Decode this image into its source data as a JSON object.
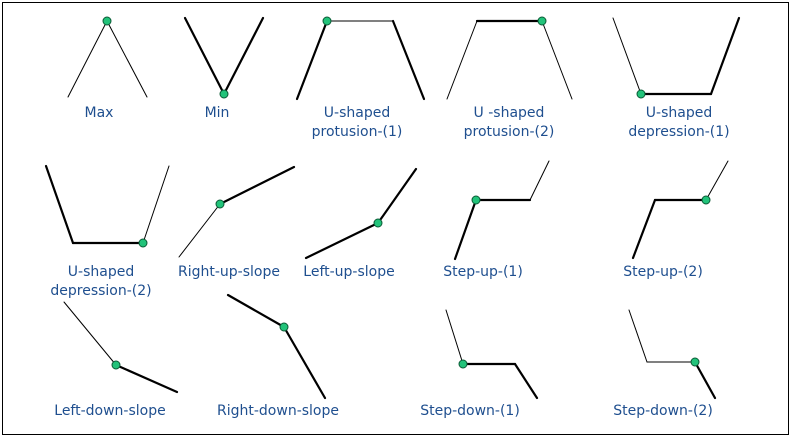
{
  "colors": {
    "label": "#1f4f8f",
    "line": "#000000",
    "marker_fill": "#22c37a",
    "marker_stroke": "#0a5a35",
    "border": "#000000"
  },
  "shapes": [
    {
      "id": "max",
      "label": [
        "Max"
      ]
    },
    {
      "id": "min",
      "label": [
        "Min"
      ]
    },
    {
      "id": "u-protrusion-1",
      "label": [
        "U-shaped",
        "protusion-(1)"
      ]
    },
    {
      "id": "u-protrusion-2",
      "label": [
        "U -shaped",
        "protusion-(2)"
      ]
    },
    {
      "id": "u-depression-1",
      "label": [
        "U-shaped",
        "depression-(1)"
      ]
    },
    {
      "id": "u-depression-2",
      "label": [
        "U-shaped",
        "depression-(2)"
      ]
    },
    {
      "id": "right-up-slope",
      "label": [
        "Right-up-slope"
      ]
    },
    {
      "id": "left-up-slope",
      "label": [
        "Left-up-slope"
      ]
    },
    {
      "id": "step-up-1",
      "label": [
        "Step-up-(1)"
      ]
    },
    {
      "id": "step-up-2",
      "label": [
        "Step-up-(2)"
      ]
    },
    {
      "id": "left-down-slope",
      "label": [
        "Left-down-slope"
      ]
    },
    {
      "id": "right-down-slope",
      "label": [
        "Right-down-slope"
      ]
    },
    {
      "id": "step-down-1",
      "label": [
        "Step-down-(1)"
      ]
    },
    {
      "id": "step-down-2",
      "label": [
        "Step-down-(2)"
      ]
    }
  ]
}
